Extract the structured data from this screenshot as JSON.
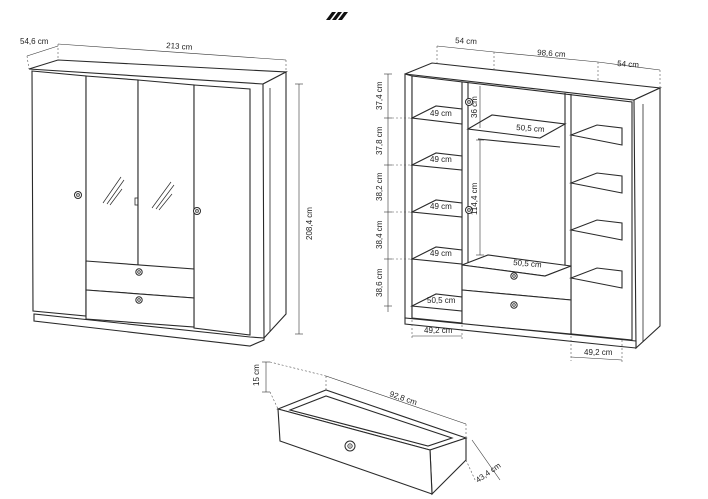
{
  "logo": {
    "name": "brand-logo-slashes"
  },
  "left_view": {
    "depth_label": "54,6 cm",
    "width_label": "213 cm",
    "height_label": "208,4 cm"
  },
  "right_view": {
    "top_left_width": "54 cm",
    "top_middle_width": "98,6 cm",
    "top_right_width": "54 cm",
    "shelf_heights": [
      "37,4 cm",
      "37,8 cm",
      "38,2 cm",
      "38,4 cm",
      "38,6 cm"
    ],
    "shelf_widths": [
      "49 cm",
      "49 cm",
      "49 cm",
      "49 cm"
    ],
    "bottom_shelf_width": "50,5 cm",
    "upper_compartment_height": "36 cm",
    "upper_shelf_width": "50,5 cm",
    "hanging_height": "114,4 cm",
    "drawer_top_width": "50,5 cm",
    "bottom_left_width": "49,2 cm",
    "bottom_right_width": "49,2 cm"
  },
  "drawer_view": {
    "height_label": "15 cm",
    "width_label": "92,8 cm",
    "depth_label": "43,4 cm"
  }
}
